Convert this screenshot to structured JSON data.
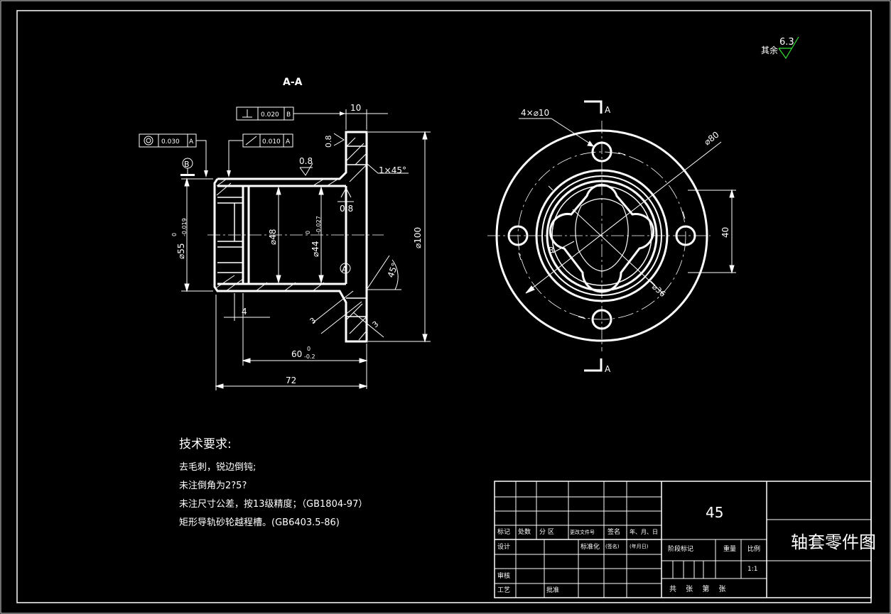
{
  "roughness": {
    "prefix": "其余",
    "value": "6.3"
  },
  "section_view": {
    "title": "A-A",
    "fcf_perpendicularity": {
      "symbol": "⊥",
      "tolerance": "0.020",
      "datum": "B"
    },
    "fcf_concentricity": {
      "symbol": "◎",
      "tolerance": "0.030",
      "datum": "A"
    },
    "fcf_runout": {
      "symbol": "↗",
      "tolerance": "0.010",
      "datum": "A"
    },
    "datum_b": "B",
    "datum_a": "A",
    "dim_flange_thickness": "10",
    "rough_08_a": "0.8",
    "rough_08_b": "0.8",
    "rough_08_c": "0.8",
    "chamfer": "1×45°",
    "dia_100": "⌀100",
    "dia_55": "⌀55",
    "dia_55_tol_up": "0",
    "dia_55_tol_low": "-0.019",
    "dia_48": "⌀48",
    "dia_44": "⌀44",
    "dia_44_tol_up": "0",
    "dia_44_tol_low": "-0.027",
    "angle_45": "45°",
    "dim_4": "4",
    "dim_3a": "3",
    "dim_3b": "3",
    "dim_60": "60",
    "dim_60_tol_up": "0",
    "dim_60_tol_low": "-0.2",
    "dim_72": "72"
  },
  "front_view": {
    "holes": "4×⌀10",
    "dia_80": "⌀80",
    "dia_36": "⌀36",
    "dim_40": "40",
    "section_top": "A",
    "section_bottom": "A",
    "label_b": "B"
  },
  "tech_req": {
    "title": "技术要求:",
    "lines": [
      "去毛刺，锐边倒钝;",
      "未注倒角为2?5?",
      "未注尺寸公差，按13级精度；（GB1804-97）",
      "矩形导轨砂轮越程槽。(GB6403.5-86)"
    ]
  },
  "title_block": {
    "material": "45",
    "part_name": "轴套零件图",
    "h_biaoji": "标记",
    "h_chushu": "处数",
    "h_fenqu": "分 区",
    "h_wenjian": "更改文件号",
    "h_qianming": "签名",
    "h_date": "年、月、日",
    "sheji": "设计",
    "biaozhunhua": "标准化",
    "qianming_paren": "(签名)",
    "date_paren": "(年月日)",
    "jieduan": "阶段标记",
    "zhongliang": "重量",
    "bili": "比例",
    "scale": "1:1",
    "shenhe": "审核",
    "gongyi": "工艺",
    "pizhun": "批准",
    "sheet_footer": "共  张  第  张"
  }
}
